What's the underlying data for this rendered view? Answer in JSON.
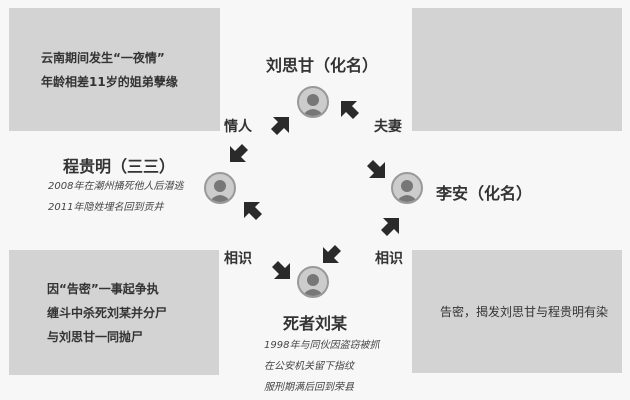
{
  "boxes": {
    "top_left": [
      "云南期间发生“一夜情”",
      "年龄相差11岁的姐弟孽缘"
    ],
    "bottom_left": [
      "因“告密”一事起争执",
      "缠斗中杀死刘某并分尸",
      "与刘思甘一同抛尸"
    ],
    "bottom_right": [
      "告密，揭发刘思甘与程贵明有染"
    ]
  },
  "people": {
    "top": {
      "name": "刘思甘（化名）"
    },
    "left": {
      "name": "程贵明（三三）",
      "notes": [
        "2008年在潮州捅死他人后潜逃",
        "2011年隐姓埋名回到贡井"
      ]
    },
    "right": {
      "name": "李安（化名）"
    },
    "bottom": {
      "name": "死者刘某",
      "notes": [
        "1998年与同伙因盗窃被抓",
        "在公安机关留下指纹",
        "服刑期满后回到荣县"
      ]
    }
  },
  "relations": {
    "top_left": "情人",
    "top_right": "夫妻",
    "bottom_left": "相识",
    "bottom_right": "相识"
  }
}
